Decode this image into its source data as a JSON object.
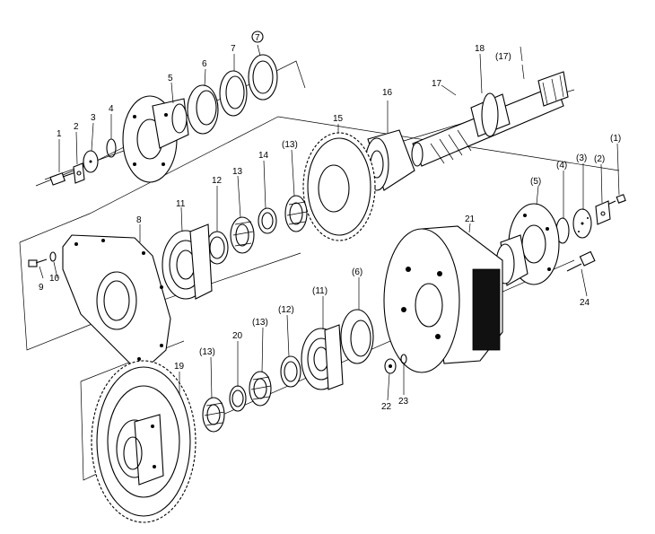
{
  "diagram": {
    "labels": {
      "p1": "1",
      "p2": "2",
      "p3": "3",
      "p4": "4",
      "p5": "5",
      "p6": "6",
      "p7": "7",
      "p7c": "7",
      "p8": "8",
      "p9": "9",
      "p10": "10",
      "p11": "11",
      "p12": "12",
      "p13a": "13",
      "p13b": "(13)",
      "p14": "14",
      "p15": "15",
      "p16": "16",
      "p17": "17",
      "p17b": "(17)",
      "p18": "18",
      "p19": "19",
      "p20": "20",
      "p21": "21",
      "p22": "22",
      "p23": "23",
      "p24": "24",
      "r1": "(1)",
      "r2": "(2)",
      "r3": "(3)",
      "r4": "(4)",
      "r5": "(5)",
      "r6": "(6)",
      "r11": "(11)",
      "r12": "(12)",
      "r13a": "(13)",
      "r13b": "(13)"
    }
  }
}
